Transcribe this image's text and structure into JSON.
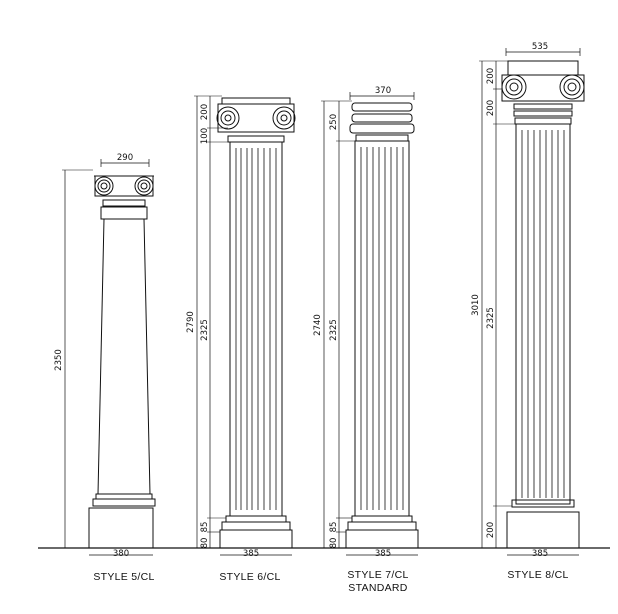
{
  "columns": [
    {
      "label": "STYLE 5/CL",
      "label2": "",
      "dims": {
        "top_width": "290",
        "height": "2350",
        "base_width": "380"
      }
    },
    {
      "label": "STYLE 6/CL",
      "label2": "",
      "dims": {
        "total": "2790",
        "shaft": "2325",
        "capital_top": "200",
        "capital_neck": "100",
        "base_a": "80",
        "base_b": "85",
        "base_width": "385"
      }
    },
    {
      "label": "STYLE 7/CL",
      "label2": "STANDARD",
      "dims": {
        "top_width": "370",
        "total": "2740",
        "shaft": "2325",
        "capital": "250",
        "base_a": "80",
        "base_b": "85",
        "base_width": "385"
      }
    },
    {
      "label": "STYLE 8/CL",
      "label2": "",
      "dims": {
        "top_width": "535",
        "total": "3010",
        "shaft": "2325",
        "capital_top": "200",
        "capital_neck": "200",
        "plinth": "200",
        "base_width": "385"
      }
    }
  ]
}
